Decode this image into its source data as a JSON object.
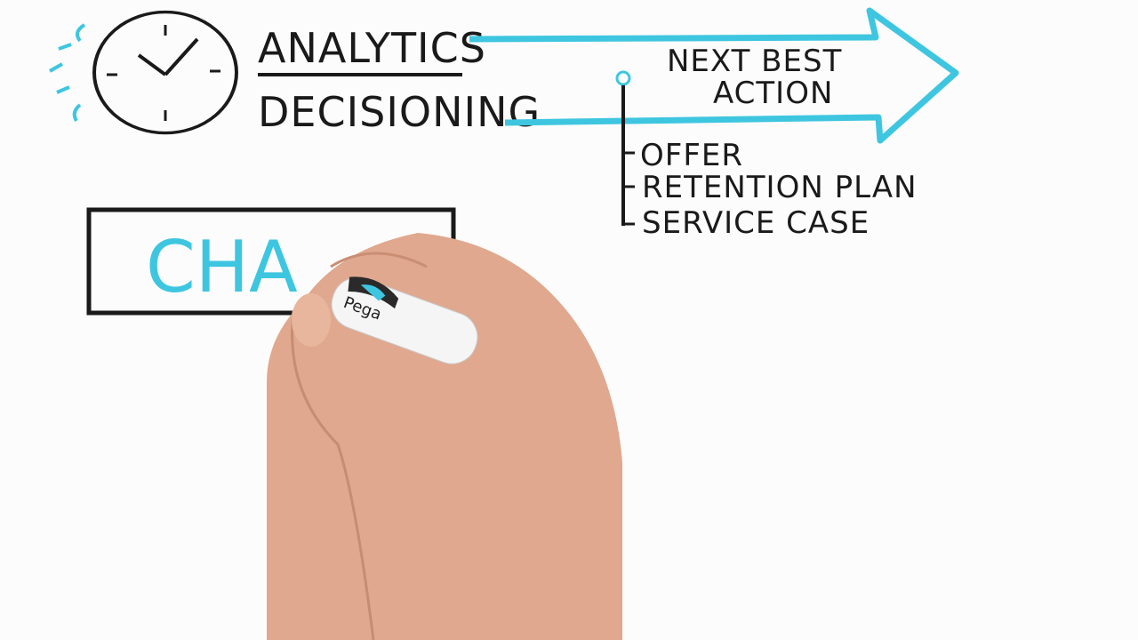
{
  "colors": {
    "accent": "#3ec6e0",
    "ink": "#1a1a1a",
    "skin": "#e0a88e"
  },
  "header": {
    "top_label": "ANALYTICS",
    "bottom_label": "DECISIONING"
  },
  "arrow": {
    "label_line1": "NEXT BEST",
    "label_line2": "ACTION"
  },
  "branches": [
    "OFFER",
    "RETENTION PLAN",
    "SERVICE CASE"
  ],
  "box": {
    "partial_text": "CHA"
  },
  "marker": {
    "brand": "Pega"
  },
  "icons": {
    "clock": "clock-icon",
    "arrow": "arrow-right-icon"
  }
}
